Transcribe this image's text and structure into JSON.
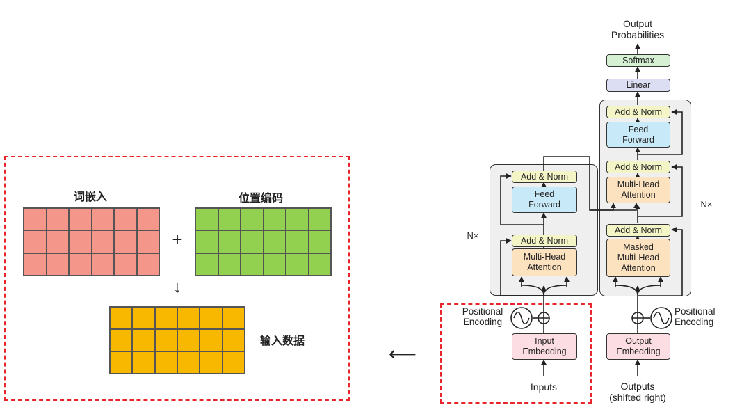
{
  "left_panel": {
    "word_embedding_label": "词嵌入",
    "position_encoding_label": "位置编码",
    "input_data_label": "输入数据",
    "plus_symbol": "+",
    "down_arrow_symbol": "↓",
    "grid_rows": 3,
    "grid_cols": 6,
    "colors": {
      "word_embedding": "#f4978a",
      "position_encoding": "#92d050",
      "input_data": "#f9b800",
      "dashed_border": "#e8252b"
    }
  },
  "link_arrow_symbol": "⟵",
  "transformer": {
    "output_probabilities": "Output\nProbabilities",
    "softmax": "Softmax",
    "linear": "Linear",
    "encoder": {
      "repeat_label": "N×",
      "add_norm_top": "Add & Norm",
      "feed_forward": "Feed\nForward",
      "add_norm_bottom": "Add & Norm",
      "multi_head_attention": "Multi-Head\nAttention",
      "positional_encoding": "Positional\nEncoding",
      "input_embedding": "Input\nEmbedding",
      "inputs": "Inputs"
    },
    "decoder": {
      "repeat_label": "N×",
      "add_norm_top": "Add & Norm",
      "feed_forward": "Feed\nForward",
      "add_norm_middle": "Add & Norm",
      "multi_head_attention": "Multi-Head\nAttention",
      "add_norm_bottom": "Add & Norm",
      "masked_multi_head_attention": "Masked\nMulti-Head\nAttention",
      "positional_encoding": "Positional\nEncoding",
      "output_embedding": "Output\nEmbedding",
      "outputs": "Outputs\n(shifted right)"
    }
  }
}
